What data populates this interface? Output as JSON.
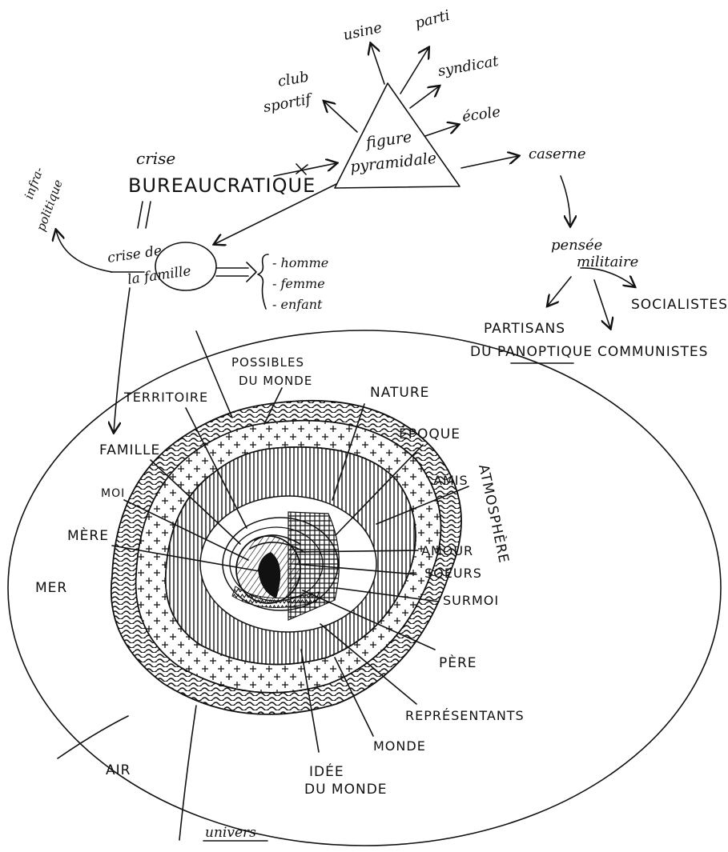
{
  "top": {
    "pyramid": [
      "figure",
      "pyramidale"
    ],
    "crisis": [
      "crise",
      "BUREAUCRATIQUE"
    ],
    "institutions": {
      "usine": "usine",
      "parti": "parti",
      "syndicat": "syndicat",
      "club": [
        "club",
        "sportif"
      ],
      "ecole": "école",
      "caserne": "caserne"
    },
    "infra": [
      "infra-",
      "politique"
    ],
    "family_crisis": [
      "crise de",
      "la famille"
    ],
    "family_members": [
      "- homme",
      "- femme",
      "- enfant"
    ],
    "military": [
      "pensée",
      "militaire"
    ],
    "socialistes": "SOCIALISTES",
    "partisans": [
      "PARTISANS",
      "DU PANOPTIQUE"
    ],
    "communistes": "COMMUNISTES"
  },
  "circle": {
    "labels": {
      "possibles": [
        "POSSIBLES",
        "DU MONDE"
      ],
      "territoire": "TERRITOIRE",
      "nature": "NATURE",
      "epoque": "ÉPOQUE",
      "famille": "FAMILLE",
      "amis": "AMIS",
      "atmosphere": "ATMOSPHÈRE",
      "moi": "MOI",
      "mere": "MÈRE",
      "amour": "AMOUR",
      "soeurs": "SOEURS",
      "mer": "MER",
      "surmoi": "SURMOI",
      "pere": "PÈRE",
      "representants": "REPRÉSENTANTS",
      "monde": "MONDE",
      "air": "AIR",
      "idee": [
        "IDÉE",
        "DU MONDE"
      ],
      "univers": "univers"
    }
  }
}
